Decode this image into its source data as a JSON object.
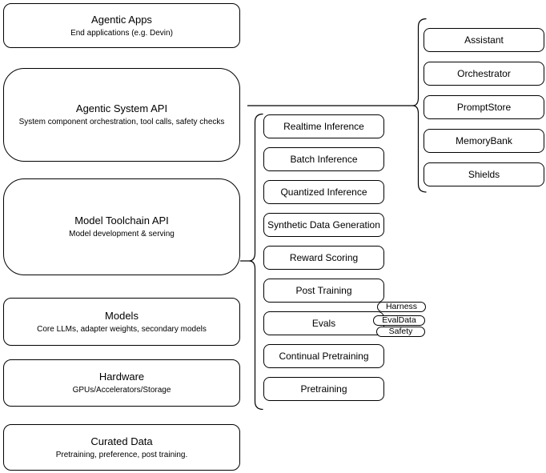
{
  "left_stack": [
    {
      "title": "Agentic Apps",
      "subtitle": "End applications (e.g. Devin)"
    },
    {
      "title": "Agentic System API",
      "subtitle": "System component orchestration, tool calls, safety checks"
    },
    {
      "title": "Model Toolchain API",
      "subtitle": "Model development & serving"
    },
    {
      "title": "Models",
      "subtitle": "Core LLMs, adapter weights, secondary models"
    },
    {
      "title": "Hardware",
      "subtitle": "GPUs/Accelerators/Storage"
    },
    {
      "title": "Curated Data",
      "subtitle": "Pretraining, preference, post training."
    }
  ],
  "middle_column": {
    "items": [
      "Realtime Inference",
      "Batch Inference",
      "Quantized Inference",
      "Synthetic Data Generation",
      "Reward Scoring",
      "Post Training",
      "Evals",
      "Continual Pretraining",
      "Pretraining"
    ]
  },
  "evals_tags": [
    "Harness",
    "EvalData",
    "Safety"
  ],
  "right_column": {
    "items": [
      "Assistant",
      "Orchestrator",
      "PromptStore",
      "MemoryBank",
      "Shields"
    ]
  },
  "colors": {
    "stroke": "#000000",
    "fill": "#ffffff",
    "background": "#ffffff"
  }
}
